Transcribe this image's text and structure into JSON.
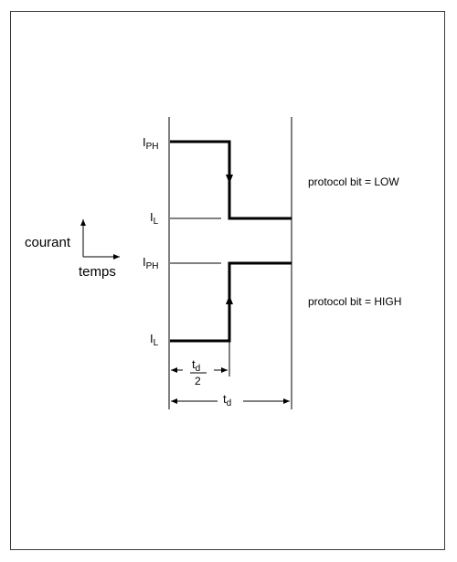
{
  "diagram": {
    "axis": {
      "y_label": "courant",
      "x_label": "temps"
    },
    "levels": {
      "high": {
        "base": "I",
        "sub": "PH"
      },
      "low": {
        "base": "I",
        "sub": "L"
      }
    },
    "cases": [
      {
        "label": "protocol bit = LOW"
      },
      {
        "label": "protocol bit = HIGH"
      }
    ],
    "timing": {
      "half": {
        "base": "t",
        "sub": "d",
        "denominator": "2"
      },
      "full": {
        "base": "t",
        "sub": "d"
      }
    }
  }
}
